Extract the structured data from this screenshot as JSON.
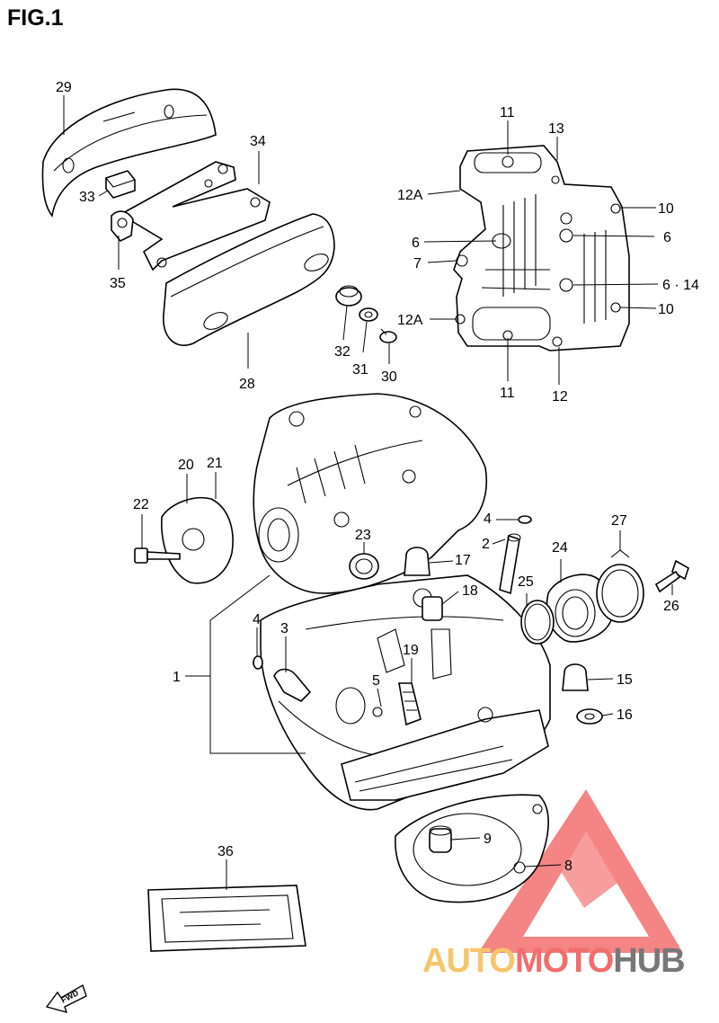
{
  "figure": {
    "title": "FIG.1"
  },
  "watermark": {
    "part1": "AUTO",
    "part2": "MOTO",
    "part3": "HUB",
    "colors": {
      "auto": "#f7c56a",
      "moto": "#f26d6d",
      "hub": "#777777",
      "triangle": "#f25c5c"
    }
  },
  "labels": [
    {
      "id": "29",
      "text": "29"
    },
    {
      "id": "34",
      "text": "34"
    },
    {
      "id": "33",
      "text": "33"
    },
    {
      "id": "35",
      "text": "35"
    },
    {
      "id": "28",
      "text": "28"
    },
    {
      "id": "32",
      "text": "32"
    },
    {
      "id": "31",
      "text": "31"
    },
    {
      "id": "30",
      "text": "30"
    },
    {
      "id": "11a",
      "text": "11"
    },
    {
      "id": "13",
      "text": "13"
    },
    {
      "id": "12A-a",
      "text": "12A"
    },
    {
      "id": "10a",
      "text": "10"
    },
    {
      "id": "6a",
      "text": "6"
    },
    {
      "id": "6b",
      "text": "6"
    },
    {
      "id": "7",
      "text": "7"
    },
    {
      "id": "6-14",
      "text": "6 · 14"
    },
    {
      "id": "12A-b",
      "text": "12A"
    },
    {
      "id": "10b",
      "text": "10"
    },
    {
      "id": "11b",
      "text": "11"
    },
    {
      "id": "12",
      "text": "12"
    },
    {
      "id": "20",
      "text": "20"
    },
    {
      "id": "21",
      "text": "21"
    },
    {
      "id": "22",
      "text": "22"
    },
    {
      "id": "4a",
      "text": "4"
    },
    {
      "id": "27",
      "text": "27"
    },
    {
      "id": "2",
      "text": "2"
    },
    {
      "id": "24",
      "text": "24"
    },
    {
      "id": "23",
      "text": "23"
    },
    {
      "id": "17",
      "text": "17"
    },
    {
      "id": "18",
      "text": "18"
    },
    {
      "id": "25",
      "text": "25"
    },
    {
      "id": "26",
      "text": "26"
    },
    {
      "id": "4b",
      "text": "4"
    },
    {
      "id": "3",
      "text": "3"
    },
    {
      "id": "1",
      "text": "1"
    },
    {
      "id": "19",
      "text": "19"
    },
    {
      "id": "5",
      "text": "5"
    },
    {
      "id": "15",
      "text": "15"
    },
    {
      "id": "16",
      "text": "16"
    },
    {
      "id": "9",
      "text": "9"
    },
    {
      "id": "8",
      "text": "8"
    },
    {
      "id": "36",
      "text": "36"
    }
  ],
  "fwd_arrow": {
    "text": "FWD"
  }
}
